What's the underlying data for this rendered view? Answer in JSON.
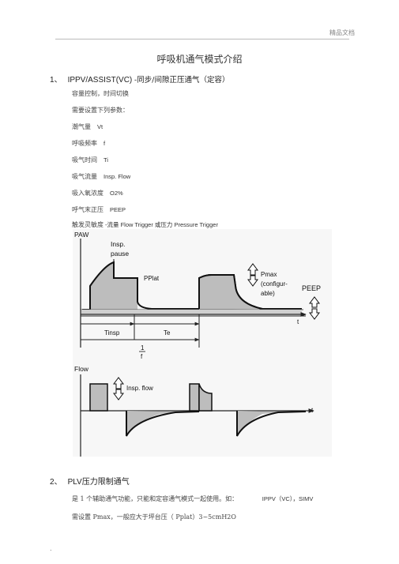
{
  "header": {
    "right_text": "精品文档"
  },
  "title": "呼吸机通气模式介绍",
  "section1": {
    "number": "1、",
    "heading_main": "IPPV/ASSIST(VC)",
    "heading_rest": "-同步/间隙正压通气（定容）",
    "lines": [
      {
        "label": "容量控制，时间切换",
        "value": ""
      },
      {
        "label": "需要设置下列参数：",
        "value": ""
      },
      {
        "label": "潮气量",
        "value": "Vt"
      },
      {
        "label": "呼吸频率",
        "value": "f"
      },
      {
        "label": "吸气时间",
        "value": "Ti"
      },
      {
        "label": "吸气流量",
        "value": "Insp. Flow"
      },
      {
        "label": "吸入氧浓度",
        "value": "O2%"
      },
      {
        "label": "呼气末正压",
        "value": "PEEP"
      },
      {
        "label": "触发灵敏度",
        "value": "-流量 Flow Trigger  或压力  Pressure Trigger"
      }
    ]
  },
  "diagram": {
    "paw_label": "PAW",
    "insp_pause_1": "Insp.",
    "insp_pause_2": "pause",
    "pplat": "PPlat",
    "pmax_1": "Pmax",
    "pmax_2": "(configur-",
    "pmax_3": "able)",
    "peep": "PEEP",
    "t_axis": "t",
    "tinsp": "Tinsp",
    "te": "Te",
    "freq_num": "1",
    "freq_den": "f",
    "flow_label": "Flow",
    "insp_flow": "Insp. flow",
    "t_axis2": "t"
  },
  "section2": {
    "number": "2、",
    "heading": "PLV压力限制通气",
    "line1_text": "是 1 个辅助通气功能，只能和定容通气模式一起使用。如：",
    "line1_tail": "IPPV（VC），SIMV",
    "line2_text": "需设置  Pmax，一般应大于坪台压（    Pplat）3~5cmH2O"
  },
  "footer": {
    "dot": "."
  }
}
